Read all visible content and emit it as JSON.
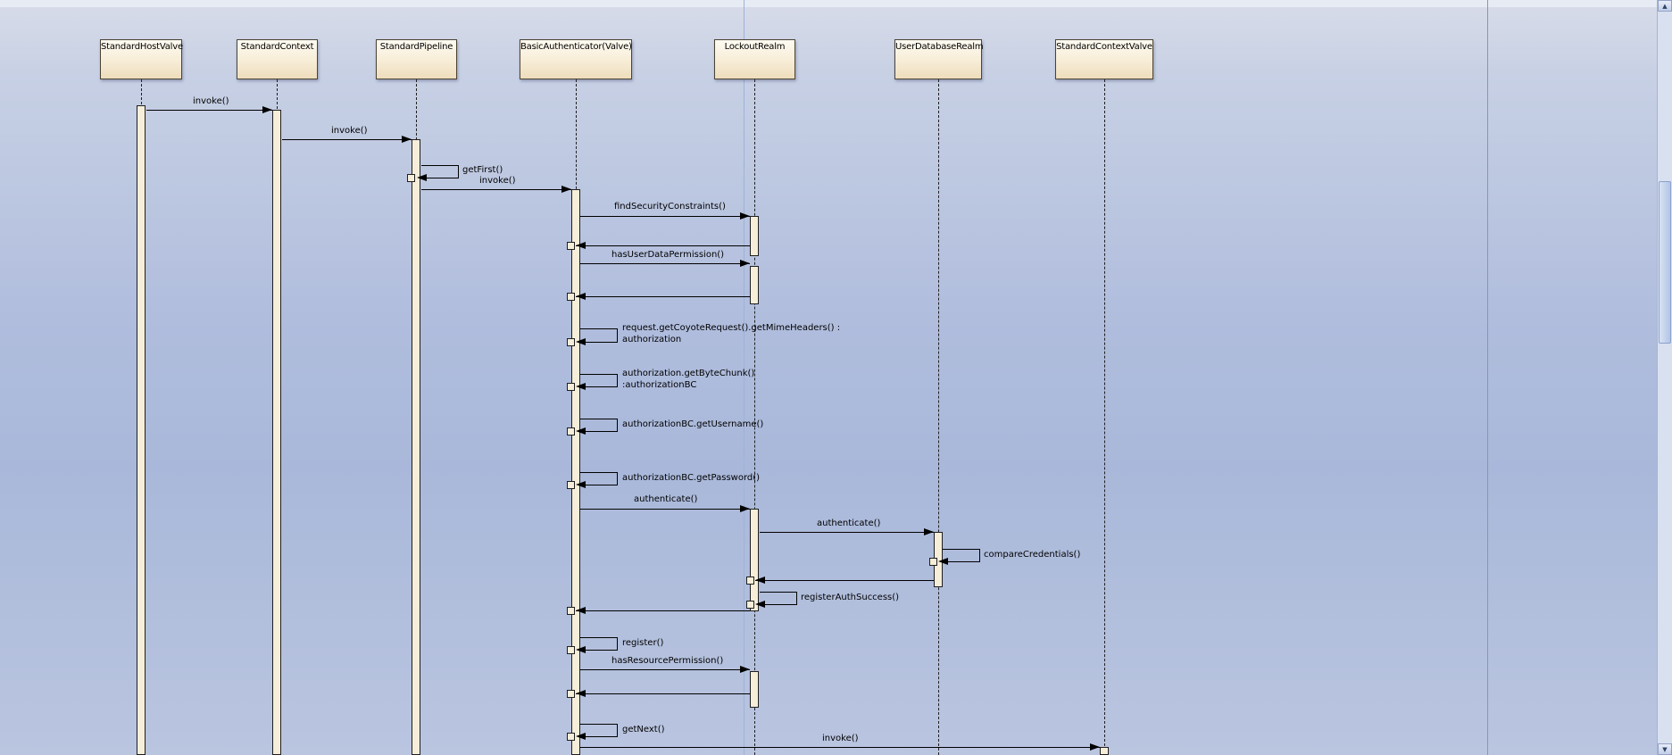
{
  "colors": {
    "background_top": "#d8dce9",
    "background_middle": "#a9b8da",
    "background_bottom": "#bac5e0",
    "actor_fill_top": "#fefbf2",
    "actor_fill_bottom": "#eeddbc",
    "activation_fill": "#f6eed9",
    "line_color": "#000000",
    "page_guide_blue": "#9db2da",
    "page_boundary_gray": "#8d96a8"
  },
  "diagram": {
    "type": "uml-sequence-diagram",
    "actors": [
      {
        "name": "StandardHostValve"
      },
      {
        "name": "StandardContext"
      },
      {
        "name": "StandardPipeline"
      },
      {
        "name": "BasicAuthenticator(Valve)"
      },
      {
        "name": "LockoutRealm"
      },
      {
        "name": "UserDatabaseRealm"
      },
      {
        "name": "StandardContextValve"
      }
    ],
    "messages": {
      "invoke1": "invoke()",
      "invoke2": "invoke()",
      "getFirst": "getFirst()",
      "invoke3": "invoke()",
      "findSecurityConstraints": "findSecurityConstraints()",
      "hasUserDataPermission": "hasUserDataPermission()",
      "getMimeHeaders1": "request.getCoyoteRequest().getMimeHeaders() :",
      "getMimeHeaders2": "authorization",
      "getByteChunk1": "authorization.getByteChunk()",
      "getByteChunk2": ":authorizationBC",
      "getUsername": "authorizationBC.getUsername()",
      "getPassword": "authorizationBC.getPassword()",
      "authenticate1": "authenticate()",
      "authenticate2": "authenticate()",
      "compareCredentials": "compareCredentials()",
      "registerAuthSuccess": "registerAuthSuccess()",
      "register": "register()",
      "hasResourcePermission": "hasResourcePermission()",
      "getNext": "getNext()",
      "invoke4": "invoke()"
    }
  },
  "scrollbar": {
    "up_arrow": "▲",
    "down_arrow": "▼"
  }
}
